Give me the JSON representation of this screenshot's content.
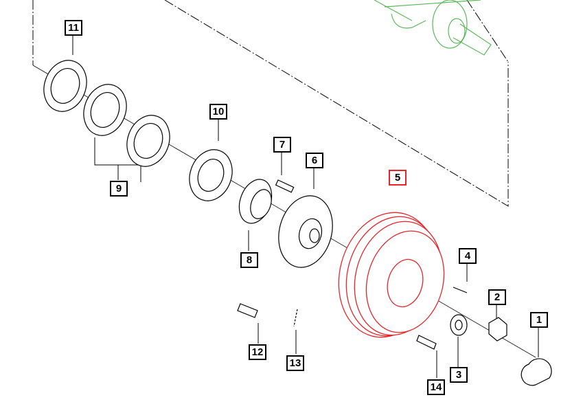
{
  "diagram": {
    "highlight_color": "#e8242a",
    "context_color": "#5cb85c",
    "line_color": "#000000",
    "callouts": [
      {
        "label": "11",
        "part": "gasket"
      },
      {
        "label": "9",
        "part": "gasket-set"
      },
      {
        "label": "10",
        "part": "backing-plate-gasket"
      },
      {
        "label": "7",
        "part": "wheel-stud"
      },
      {
        "label": "6",
        "part": "hub"
      },
      {
        "label": "5",
        "part": "brake-drum",
        "highlighted": true
      },
      {
        "label": "8",
        "part": "bearing-cup"
      },
      {
        "label": "4",
        "part": "screw"
      },
      {
        "label": "2",
        "part": "nut"
      },
      {
        "label": "1",
        "part": "hub-cap"
      },
      {
        "label": "12",
        "part": "pin"
      },
      {
        "label": "13",
        "part": "cotter-pin"
      },
      {
        "label": "3",
        "part": "washer"
      },
      {
        "label": "14",
        "part": "bolt"
      }
    ]
  }
}
